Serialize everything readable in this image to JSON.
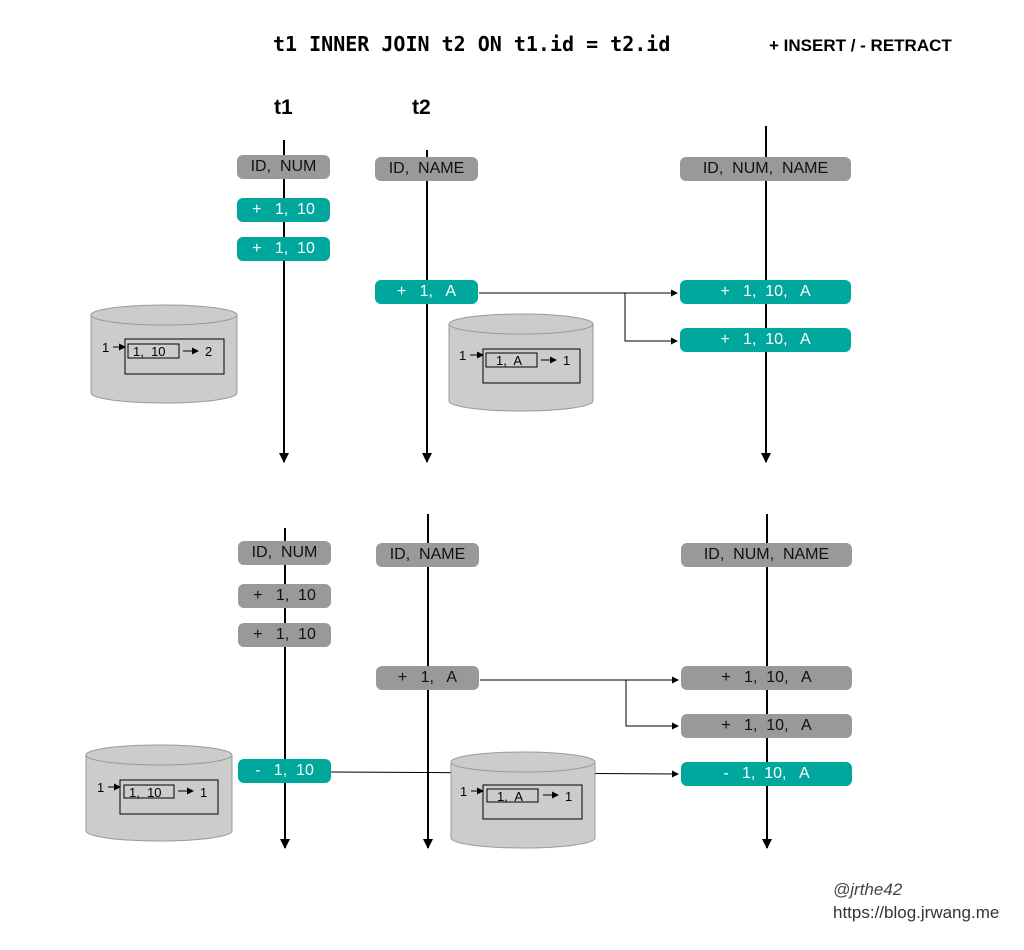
{
  "title": "t1 INNER JOIN t2 ON t1.id = t2.id",
  "legend": "+ INSERT / - RETRACT",
  "columns": {
    "t1": "t1",
    "t2": "t2"
  },
  "colors": {
    "accent": "#00a79d",
    "inactive": "#999999",
    "store": "#cccccc"
  },
  "top": {
    "t1_rows": [
      {
        "id": "t1-header-top",
        "text": "ID,  NUM",
        "style": "gray"
      },
      {
        "id": "t1-insert-1-top",
        "text": "+   1,  10",
        "style": "teal"
      },
      {
        "id": "t1-insert-2-top",
        "text": "+   1,  10",
        "style": "teal"
      }
    ],
    "t2_rows": [
      {
        "id": "t2-header-top",
        "text": "ID,  NAME",
        "style": "gray"
      },
      {
        "id": "t2-insert-top",
        "text": "+   1,   A",
        "style": "teal"
      }
    ],
    "out_rows": [
      {
        "id": "out-header-top",
        "text": "ID,  NUM,  NAME",
        "style": "gray"
      },
      {
        "id": "out-insert-1-top",
        "text": "+   1,  10,   A",
        "style": "teal"
      },
      {
        "id": "out-insert-2-top",
        "text": "+   1,  10,   A",
        "style": "teal"
      }
    ],
    "t1_state": {
      "key": "1",
      "row": "1,  10",
      "count": "2"
    },
    "t2_state": {
      "key": "1",
      "row": "1,  A",
      "count": "1"
    }
  },
  "bottom": {
    "t1_rows": [
      {
        "id": "t1-header-bottom",
        "text": "ID,  NUM",
        "style": "gray"
      },
      {
        "id": "t1-insert-1-bottom",
        "text": "+   1,  10",
        "style": "gray"
      },
      {
        "id": "t1-insert-2-bottom",
        "text": "+   1,  10",
        "style": "gray"
      },
      {
        "id": "t1-retract-bottom",
        "text": "-   1,  10",
        "style": "teal"
      }
    ],
    "t2_rows": [
      {
        "id": "t2-header-bottom",
        "text": "ID,  NAME",
        "style": "gray"
      },
      {
        "id": "t2-insert-bottom",
        "text": "+   1,   A",
        "style": "gray"
      }
    ],
    "out_rows": [
      {
        "id": "out-header-bottom",
        "text": "ID,  NUM,  NAME",
        "style": "gray"
      },
      {
        "id": "out-insert-1-bottom",
        "text": "+   1,  10,   A",
        "style": "gray"
      },
      {
        "id": "out-insert-2-bottom",
        "text": "+   1,  10,   A",
        "style": "gray"
      },
      {
        "id": "out-retract-bottom",
        "text": "-   1,  10,   A",
        "style": "teal"
      }
    ],
    "t1_state": {
      "key": "1",
      "row": "1,  10",
      "count": "1"
    },
    "t2_state": {
      "key": "1",
      "row": "1,  A",
      "count": "1"
    }
  },
  "credits": {
    "author": "@jrthe42",
    "url": "https://blog.jrwang.me"
  }
}
